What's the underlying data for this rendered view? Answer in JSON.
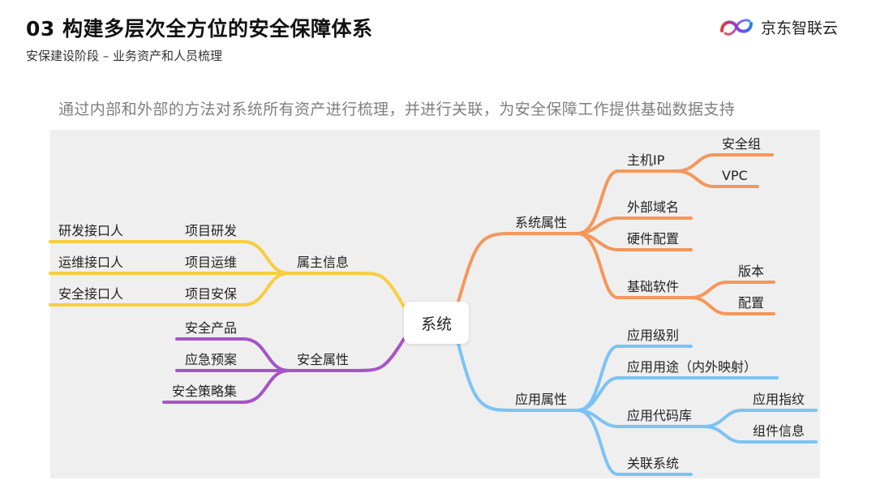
{
  "header": {
    "title": "03 构建多层次全方位的安全保障体系",
    "subtitle": "安保建设阶段 – 业务资产和人员梳理",
    "logo_text": "京东智联云",
    "logo_icon": "jd-cloud-logo-icon"
  },
  "intro": "通过内部和外部的方法对系统所有资产进行梳理，并进行关联，为安全保障工作提供基础数据支持",
  "colors": {
    "orange": "#f5975a",
    "blue": "#7cc3f3",
    "yellow": "#f8cd3f",
    "purple": "#a654c6",
    "map_background": "#efefef"
  },
  "mindmap": {
    "root": "系统",
    "branches": {
      "system_attributes": {
        "label": "系统属性",
        "host_ip": {
          "label": "主机IP",
          "children": [
            "安全组",
            "VPC"
          ]
        },
        "domain": "外部域名",
        "hardware": "硬件配置",
        "software": {
          "label": "基础软件",
          "children": [
            "版本",
            "配置"
          ]
        }
      },
      "app_attributes": {
        "label": "应用属性",
        "level": "应用级别",
        "purpose": "应用用途（内外映射）",
        "repo": {
          "label": "应用代码库",
          "children": [
            "应用指纹",
            "组件信息"
          ]
        },
        "related": "关联系统"
      },
      "owner_info": {
        "label": "属主信息",
        "projects": [
          {
            "item": "项目研发",
            "contact": "研发接口人"
          },
          {
            "item": "项目运维",
            "contact": "运维接口人"
          },
          {
            "item": "项目安保",
            "contact": "安全接口人"
          }
        ]
      },
      "security_attributes": {
        "label": "安全属性",
        "items": [
          "安全产品",
          "应急预案",
          "安全策略集"
        ]
      }
    }
  }
}
